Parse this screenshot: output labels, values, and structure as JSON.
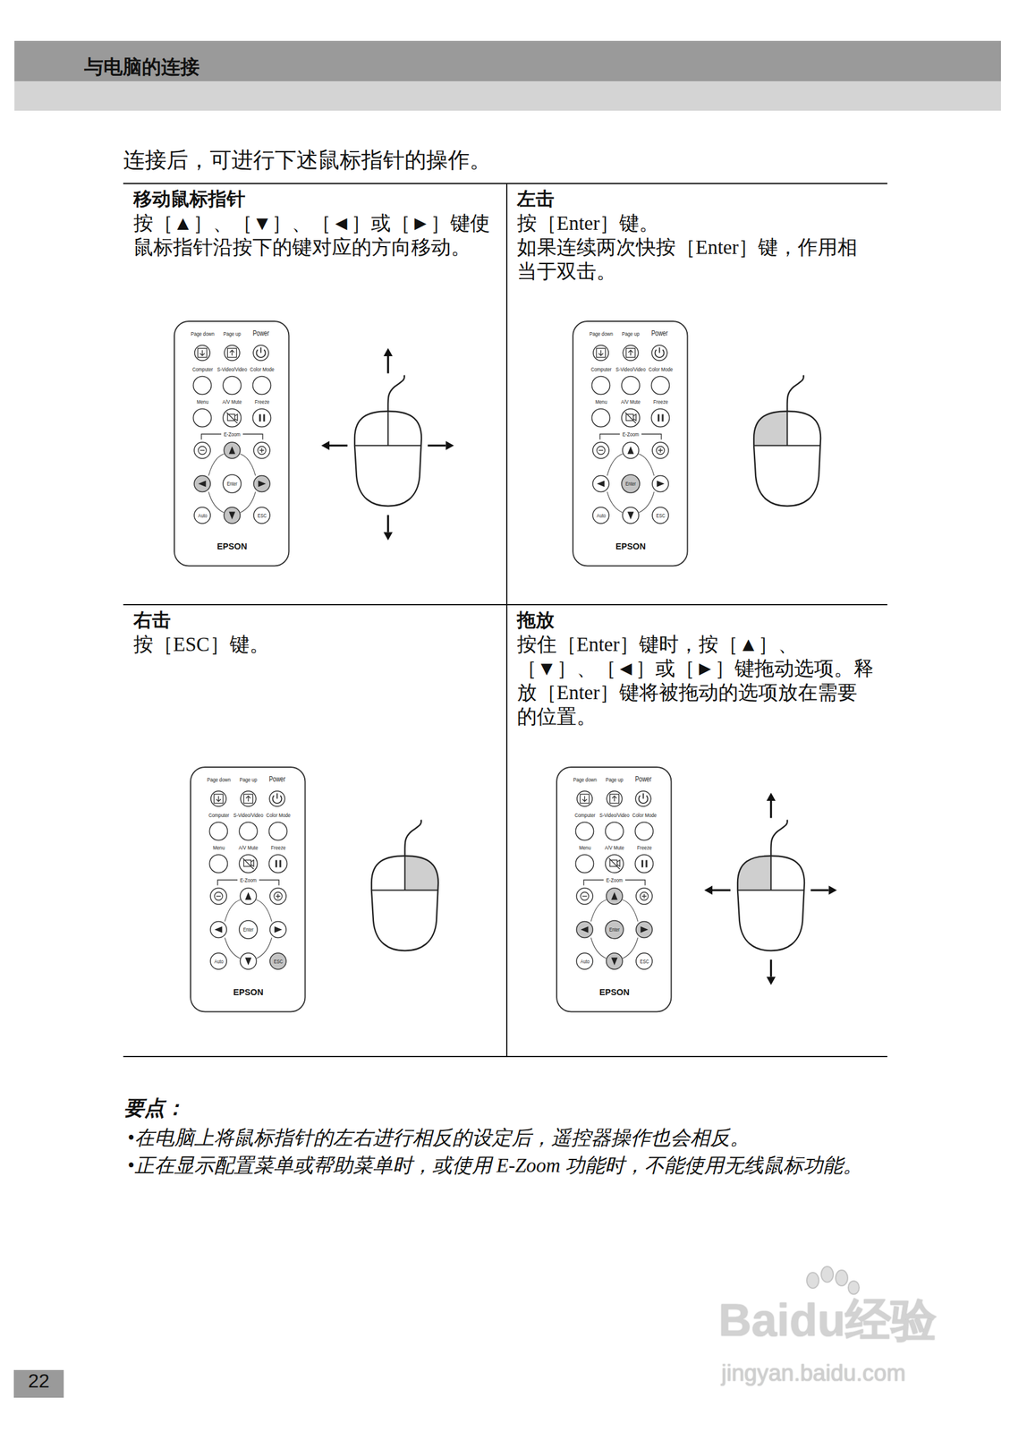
{
  "diagram": {
    "title": "与电脑的连接",
    "nodes": [
      {
        "text": [
          "移动鼠标指针",
          "按［▲］、［▼］、［◄］或［►］键使鼠标指针沿按下的键对应的方向移动。"
        ]
      },
      {
        "text": [
          "左击",
          "按［Enter］键。",
          "如果连续两次快按［Enter］键，作用相当于双击。"
        ]
      },
      {
        "text": [
          "右击",
          "按［ESC］键。"
        ]
      },
      {
        "text": [
          "拖放",
          "按住［Enter］键时，按［▲］、［▼］、［◄］或［►］键拖动选项。释放［Enter］键将被拖动的选项放在需要的位置。"
        ]
      }
    ],
    "labels": [
      "连接后，可进行下述鼠标指针的操作。",
      "Page down",
      "Page up",
      "Power",
      "Computer",
      "S-Video/Video",
      "Color Mode",
      "Menu",
      "A/V Mute",
      "Freeze",
      "E-Zoom",
      "Enter",
      "Auto",
      "ESC",
      "EPSON",
      "Page down",
      "Page up",
      "Power",
      "Computer",
      "S-Video/Video",
      "Color Mode",
      "Menu",
      "A/V Mute",
      "Freeze",
      "E-Zoom",
      "Enter",
      "Auto",
      "ESC",
      "EPSON",
      "Page down",
      "Page up",
      "Power",
      "Computer",
      "S-Video/Video",
      "Color Mode",
      "Menu",
      "A/V Mute",
      "Freeze",
      "E-Zoom",
      "Enter",
      "Auto",
      "ESC",
      "EPSON",
      "Page down",
      "Page up",
      "Power",
      "Computer",
      "S-Video/Video",
      "Color Mode",
      "Menu",
      "A/V Mute",
      "Freeze",
      "E-Zoom",
      "Enter",
      "Auto",
      "ESC",
      "EPSON",
      "要点：",
      "•在电脑上将鼠标指针的左右进行相反的设定后，遥控器操作也会相反。",
      "•正在显示配置菜单或帮助菜单时，或使用 E-Zoom 功能时，不能使用无线鼠标功能。",
      "22",
      "Baidu经验",
      "jingyan.baidu.com"
    ]
  }
}
